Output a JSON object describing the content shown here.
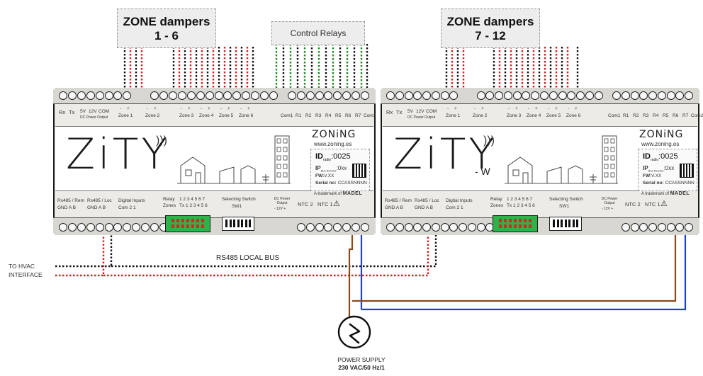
{
  "diagram": {
    "zone_box_left": {
      "title": "ZONE dampers",
      "range": "1 - 6"
    },
    "zone_box_right": {
      "title": "ZONE dampers",
      "range": "7 - 12"
    },
    "control_relays": "Control Relays",
    "to_hvac_line1": "TO HVAC",
    "to_hvac_line2": "INTERFACE",
    "rs485_bus": "RS485 LOCAL BUS",
    "power_supply_line1": "POWER SUPPLY",
    "power_supply_line2": "230 VAC/50 Hz/1",
    "colors": {
      "red": "#d62020",
      "black": "#111111",
      "green": "#1e8a1e",
      "brown": "#8b4a1c",
      "blue": "#1a3fd6"
    }
  },
  "units": [
    {
      "brand": "ZiTY",
      "suffix": "",
      "top_labels": {
        "rx": "Rx",
        "tx": "Tx",
        "v5": "5V",
        "v12": "12V",
        "com": "COM",
        "dc_out": "DC Power Output",
        "zones": [
          "Zone 1",
          "Zone 2",
          "Zone 3",
          "Zone 4",
          "Zone 5",
          "Zone 6"
        ],
        "relays": [
          "Com1",
          "R1",
          "R2",
          "R3",
          "R4",
          "R5",
          "R6",
          "R7",
          "Com2"
        ]
      },
      "zoning": "ZONiNG",
      "website": "www.zoning.es",
      "id_label": "ID",
      "id_sub": "radio",
      "id_value": ":0025",
      "ip_label": "IP",
      "ip_sub": "Bus Remote",
      "ip_value": ":0xx",
      "fw_label": "FW:",
      "fw_value": "V.XX",
      "serial_label": "Serial no:",
      "serial_value": "CCASSNNNN",
      "trademark": "A trademark of",
      "madel": "MADEL",
      "bottom_labels": {
        "rs485_rem": "Rs485 / Rem",
        "rs485_loc": "Rs485 / Loc",
        "digital": "Digital Inputs",
        "rem_pins": "GND  A  B",
        "loc_pins": "GND  A  B",
        "dig_pins": "Com  2  1",
        "relay": "Relay",
        "relay_nums": "1 2 3 4 5 6 7",
        "zones": "Zones",
        "zone_nums": "Tx 1 2 3 4 5 6",
        "selecting": "Selecting Switch",
        "sw1": "SW1",
        "dc_power": "DC Power Output",
        "dc_pins": "-  12V  +",
        "ntc2": "NTC 2",
        "ntc1": "NTC 1"
      }
    },
    {
      "brand": "ZiTY",
      "suffix": "- W",
      "top_labels": {
        "rx": "Rx",
        "tx": "Tx",
        "v5": "5V",
        "v12": "12V",
        "com": "COM",
        "dc_out": "DC Power Output",
        "zones": [
          "Zone 1",
          "Zone 2",
          "Zone 3",
          "Zone 4",
          "Zone 5",
          "Zone 6"
        ],
        "relays": [
          "Com1",
          "R1",
          "R2",
          "R3",
          "R4",
          "R5",
          "R6",
          "R7",
          "Com2"
        ]
      },
      "zoning": "ZONiNG",
      "website": "www.zoning.es",
      "id_label": "ID",
      "id_sub": "radio",
      "id_value": ":0025",
      "ip_label": "IP",
      "ip_sub": "Bus Remote",
      "ip_value": ":0xx",
      "fw_label": "FW:",
      "fw_value": "V.XX",
      "serial_label": "Serial no:",
      "serial_value": "CCASSNNNN",
      "trademark": "A trademark of",
      "madel": "MADEL",
      "bottom_labels": {
        "rs485_rem": "Rs485 / Rem",
        "rs485_loc": "Rs485 / Loc",
        "digital": "Digital Inputs",
        "rem_pins": "GND  A  B",
        "loc_pins": "GND  A  B",
        "dig_pins": "Com  2  1",
        "relay": "Relay",
        "relay_nums": "1 2 3 4 5 6 7",
        "zones": "Zones",
        "zone_nums": "Tx 1 2 3 4 5 6",
        "selecting": "Selecting Switch",
        "sw1": "SW1",
        "dc_power": "DC Power Output",
        "dc_pins": "-  12V  +",
        "ntc2": "NTC 2",
        "ntc1": "NTC 1"
      }
    }
  ]
}
